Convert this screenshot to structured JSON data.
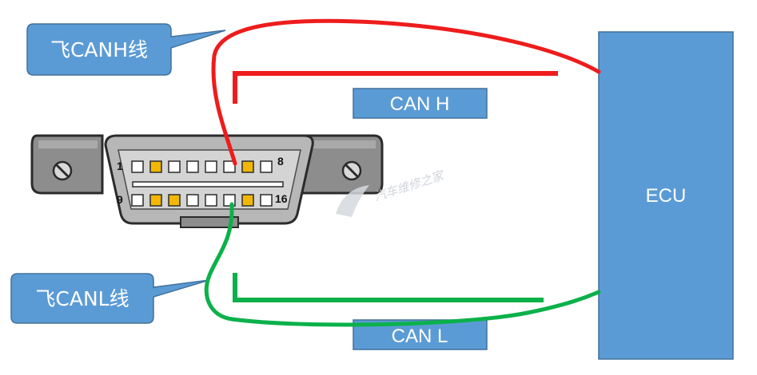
{
  "callouts": {
    "can_h_wire": "飞CANH线",
    "can_l_wire": "飞CANL线"
  },
  "labels": {
    "can_h": "CAN H",
    "can_l": "CAN L",
    "ecu": "ECU"
  },
  "connector": {
    "pin_1": "1",
    "pin_8": "8",
    "pin_9": "9",
    "pin_16": "16"
  },
  "watermark": {
    "text": "汽车维修之家"
  },
  "colors": {
    "box_fill": "#5b9bd5",
    "box_stroke": "#41719c",
    "can_h_wire": "#ee1c1c",
    "can_l_wire": "#0bb14a",
    "active_pin": "#f2b705",
    "connector_body": "#8d8d8d"
  }
}
